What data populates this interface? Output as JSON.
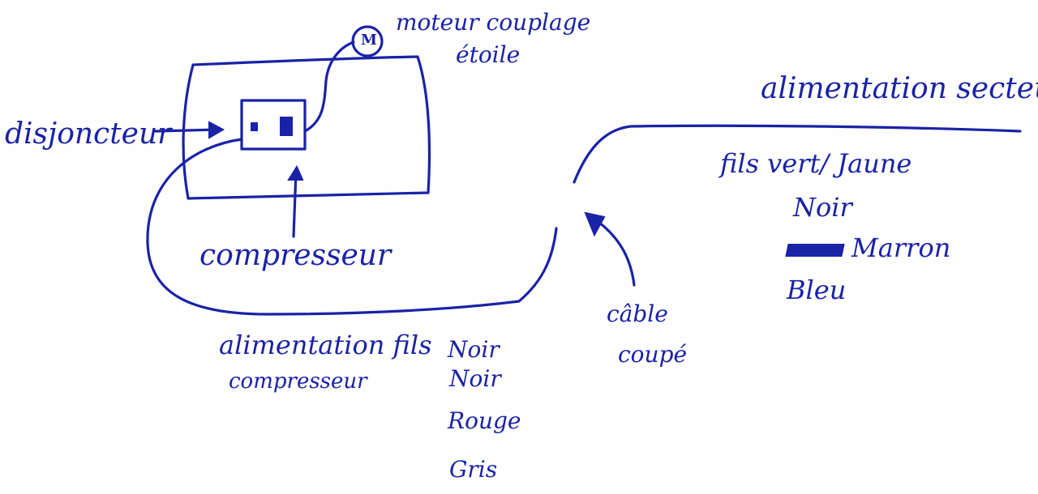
{
  "labels": {
    "disjoncteur": "disjoncteur",
    "moteur_line1": "moteur couplage",
    "moteur_line2": "étoile",
    "motor_symbol": "M",
    "compresseur": "compresseur",
    "alimentation_secteur": "alimentation secteur",
    "alimentation_fils": "alimentation fils",
    "compresseur_small": "compresseur",
    "cable_line1": "câble",
    "cable_line2": "coupé"
  },
  "secteur_wires": {
    "title": "fils vert/ Jaune",
    "items": [
      "Noir",
      "Marron",
      "Bleu"
    ]
  },
  "compresseur_wires": {
    "items": [
      "Noir",
      "Noir",
      "Rouge",
      "Gris"
    ]
  },
  "colors": {
    "ink": "#1a22a6",
    "paper": "#fefefe"
  }
}
